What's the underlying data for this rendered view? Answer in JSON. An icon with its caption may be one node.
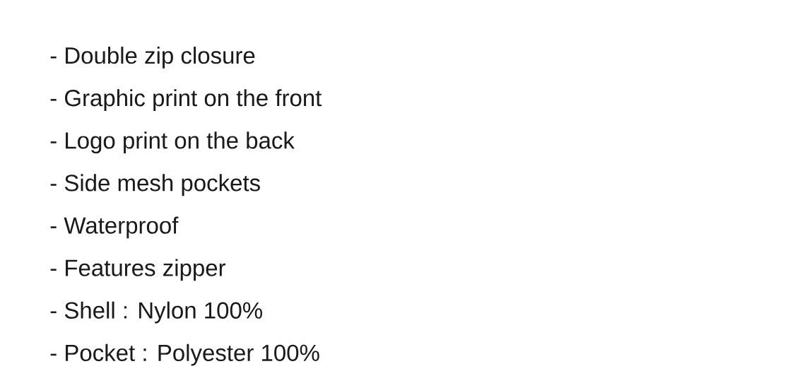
{
  "diagram": {
    "labels": [
      "- Double zip closure",
      "- Graphic print on the front",
      "- Logo print on the back",
      "- Side mesh pockets",
      "- Waterproof",
      "- Features zipper",
      "- Shell : Nylon 100%",
      "- Pocket : Polyester 100%"
    ]
  }
}
